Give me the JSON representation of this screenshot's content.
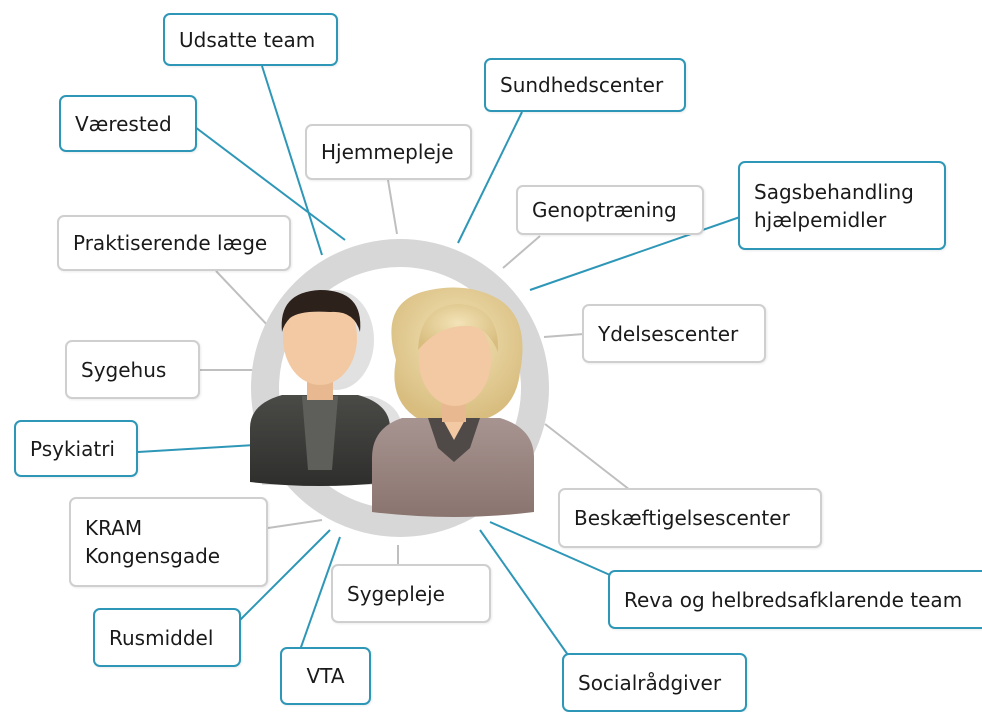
{
  "colors": {
    "teal": "#2e97b7",
    "gray_border": "#cfcfcf",
    "ring": "#d7d7d7",
    "man_suit": "#3d3d3b",
    "woman_top": "#9b8580",
    "woman_hair": "#e7d3a0",
    "skin": "#f2c9a2"
  },
  "center_icon": "two-people-icon",
  "nodes": {
    "udsatte_team": "Udsatte team",
    "sundhedscenter": "Sundhedscenter",
    "vaerested": "Værested",
    "hjemmepleje": "Hjemmepleje",
    "genoptraening": "Genoptræning",
    "sagsbehandling_line1": "Sagsbehandling",
    "sagsbehandling_line2": "hjælpemidler",
    "praktiserende_laege": "Praktiserende læge",
    "ydelsescenter": "Ydelsescenter",
    "sygehus": "Sygehus",
    "psykiatri": "Psykiatri",
    "beskaeftigelsescenter": "Beskæftigelsescenter",
    "kram_line1": "KRAM",
    "kram_line2": "Kongensgade",
    "sygepleje": "Sygepleje",
    "reva": "Reva og helbredsafklarende team",
    "rusmiddel": "Rusmiddel",
    "vta": "VTA",
    "socialraadgiver": "Socialrådgiver"
  }
}
